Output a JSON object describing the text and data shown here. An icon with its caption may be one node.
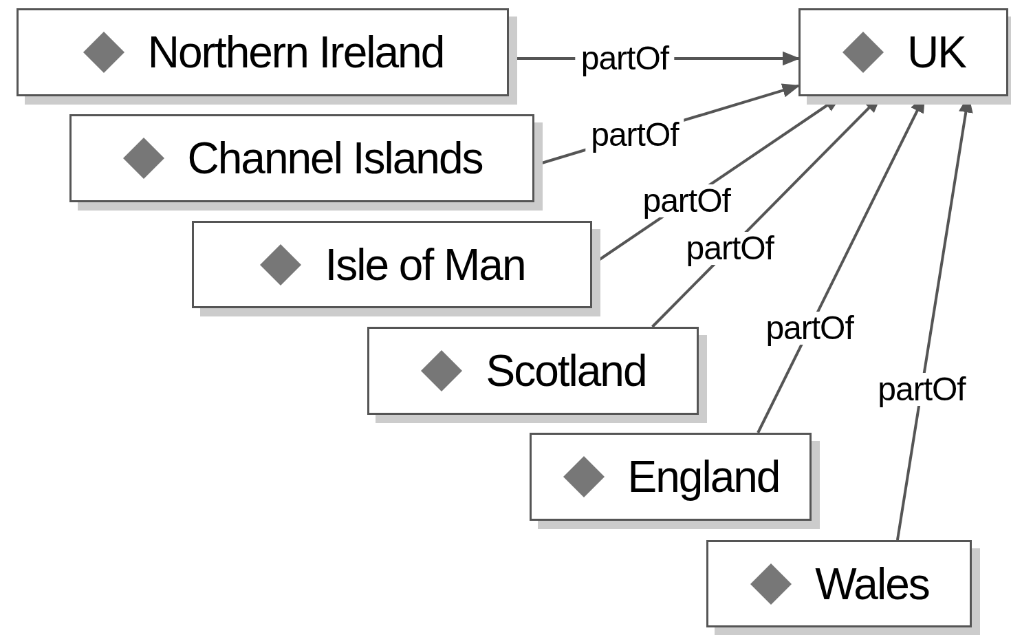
{
  "diagram": {
    "nodes": [
      {
        "text": [
          "Northern Ireland"
        ]
      },
      {
        "text": [
          "Channel Islands"
        ]
      },
      {
        "text": [
          "Isle of Man"
        ]
      },
      {
        "text": [
          "Scotland"
        ]
      },
      {
        "text": [
          "England"
        ]
      },
      {
        "text": [
          "Wales"
        ]
      },
      {
        "text": [
          "UK"
        ]
      }
    ],
    "edges": [
      {
        "from": 0,
        "to": 6,
        "arrow": "to",
        "label": "partOf"
      },
      {
        "from": 1,
        "to": 6,
        "arrow": "to",
        "label": "partOf"
      },
      {
        "from": 2,
        "to": 6,
        "arrow": "to",
        "label": "partOf"
      },
      {
        "from": 3,
        "to": 6,
        "arrow": "to",
        "label": "partOf"
      },
      {
        "from": 4,
        "to": 6,
        "arrow": "to",
        "label": "partOf"
      },
      {
        "from": 5,
        "to": 6,
        "arrow": "to",
        "label": "partOf"
      }
    ]
  }
}
